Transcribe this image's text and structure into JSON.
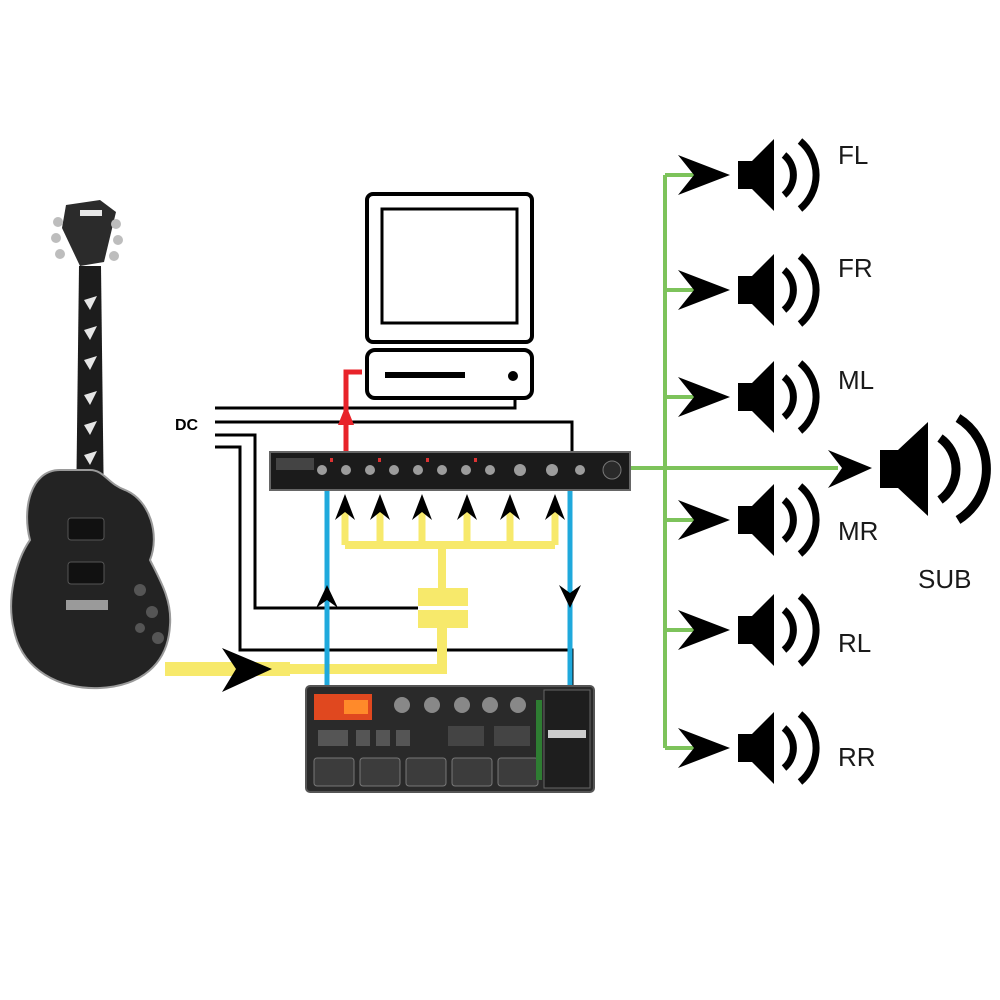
{
  "labels": {
    "dc": "DC",
    "sub": "SUB",
    "speakers": [
      "FL",
      "FR",
      "ML",
      "MR",
      "RL",
      "RR"
    ]
  },
  "colors": {
    "yellow": "#f7e96b",
    "blue": "#1fa9dc",
    "green": "#7dc35b",
    "red": "#e8232a",
    "black": "#000000"
  },
  "icons": {
    "guitar": "electric-guitar-icon",
    "computer": "computer-icon",
    "interface": "rack-audio-interface-icon",
    "pedal": "multi-effects-pedalboard-icon",
    "speaker": "speaker-icon",
    "subwoofer": "subwoofer-icon"
  }
}
